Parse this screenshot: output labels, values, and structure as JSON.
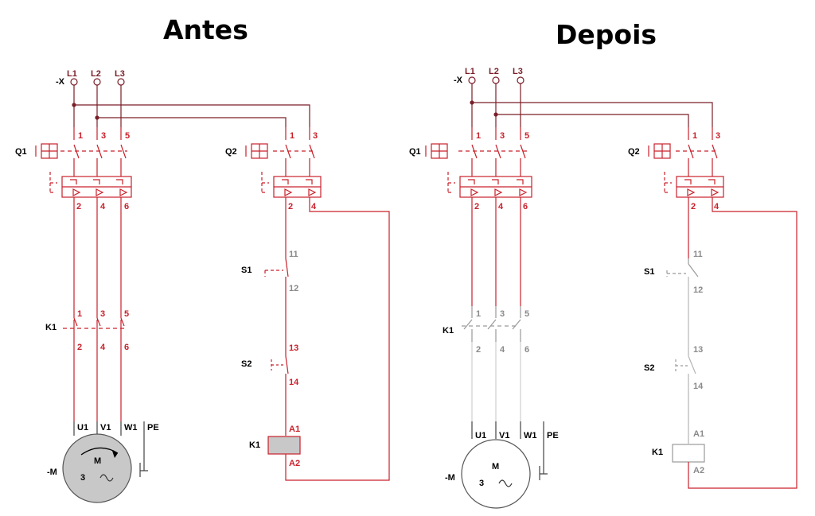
{
  "titles": {
    "before": "Antes",
    "after": "Depois"
  },
  "colors": {
    "energized": "#c9212b",
    "deenergized": "#9a9a9a",
    "supply_wire": "#7a1e28",
    "motor_running_fill": "#c8c8c8",
    "coil_energized_fill": "#c8c8c8"
  },
  "labels": {
    "supply": "-X",
    "phases": [
      "L1",
      "L2",
      "L3"
    ],
    "q1": "Q1",
    "q2": "Q2",
    "q1_top": [
      "1",
      "3",
      "5"
    ],
    "q1_bottom": [
      "2",
      "4",
      "6"
    ],
    "q2_top": [
      "1",
      "3"
    ],
    "q2_bottom": [
      "2",
      "4"
    ],
    "s1": "S1",
    "s1_terms": [
      "11",
      "12"
    ],
    "s2": "S2",
    "s2_terms": [
      "13",
      "14"
    ],
    "k1": "K1",
    "k1_top": [
      "1",
      "3",
      "5"
    ],
    "k1_bottom": [
      "2",
      "4",
      "6"
    ],
    "coil_terms": [
      "A1",
      "A2"
    ],
    "motor": "-M",
    "motor_terms": [
      "U1",
      "V1",
      "W1",
      "PE"
    ],
    "motor_letter": "M",
    "motor_phases": "3"
  }
}
